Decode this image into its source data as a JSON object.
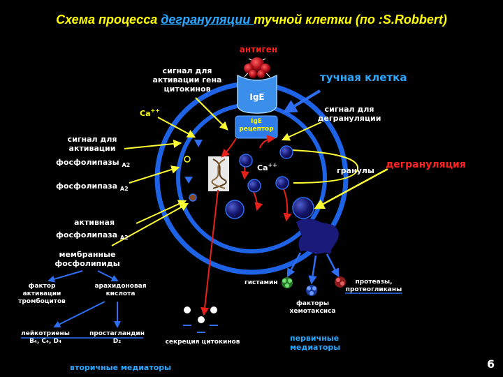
{
  "title": {
    "prefix": "Схема процесса ",
    "underlined": "дегрануляции ",
    "suffix": "тучной клетки (по :S.Robbert)"
  },
  "labels": {
    "antigen": "антиген",
    "ige": "IgE",
    "ige_receptor_1": "IgE",
    "ige_receptor_2": "рецептор",
    "mast_cell": "тучная клетка",
    "signal_gene_1": "сигнал для",
    "signal_gene_2": "активации гена",
    "signal_gene_3": "цитокинов",
    "signal_degran_1": "сигнал для",
    "signal_degran_2": "дегрануляции",
    "ca_outer": "Ca",
    "ca_outer_sup": "++",
    "ca_inner": "Ca",
    "ca_inner_sup": "++",
    "signal_phos_1": "сигнал для",
    "signal_phos_2": "активации",
    "signal_phos_3": "фосфолипазы",
    "signal_phos_sub": "A2",
    "phos": "фосфолипаза",
    "phos_sub": "A2",
    "active_phos_1": "активная",
    "active_phos_2": "фосфолипаза",
    "active_phos_sub": "A2",
    "membrane_1": "мембранные",
    "membrane_2": "фосфолипиды",
    "granules": "гранулы",
    "degranulation": "дегрануляция",
    "paf_1": "фактор",
    "paf_2": "активации",
    "paf_3": "тромбоцитов",
    "arach_1": "арахидоновая",
    "arach_2": "кислота",
    "leuko_1": "лейкотриены",
    "leuko_2": "B₄, C₄, D₄",
    "prost_1": "простагландин",
    "prost_2": "D₂",
    "cytokine_secretion": "секреция цитокинов",
    "histamine": "гистамин",
    "proteases_1": "протеазы,",
    "proteases_2": "протеогликаны",
    "chemo_1": "факторы",
    "chemo_2": "хемотаксиса",
    "primary_1": "первичные",
    "primary_2": "медиаторы",
    "secondary": "вторичные медиаторы",
    "page_number": "6"
  },
  "colors": {
    "background": "#000000",
    "title": "#FFFF00",
    "title_underlined": "#2AA7FF",
    "cell_blue": "#1E63E6",
    "ige_blue": "#3B8EEA",
    "arrow_yellow": "#FFFF33",
    "arrow_red": "#E8201A",
    "granule_navy": "#101060",
    "blob_navy": "#1A1A7A",
    "antigen_red": "#C0141E",
    "label_red": "#FF2020",
    "label_blue": "#2AA7FF"
  }
}
